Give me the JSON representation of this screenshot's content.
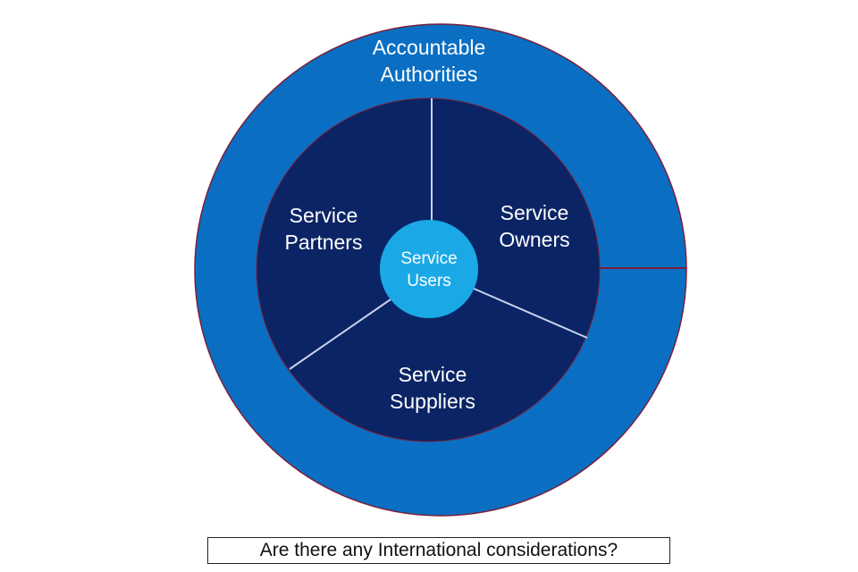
{
  "diagram": {
    "outer_ring": {
      "label_line1": "Accountable",
      "label_line2": "Authorities",
      "color": "#0a6fc2"
    },
    "inner_segments": [
      {
        "label_line1": "Service",
        "label_line2": "Partners"
      },
      {
        "label_line1": "Service",
        "label_line2": "Owners"
      },
      {
        "label_line1": "Service",
        "label_line2": "Suppliers"
      }
    ],
    "inner_color": "#0b2465",
    "center": {
      "label_line1": "Service",
      "label_line2": "Users",
      "color": "#1aa9e6"
    },
    "border_color": "#7a1f3a"
  },
  "question": "Are there any International considerations?"
}
